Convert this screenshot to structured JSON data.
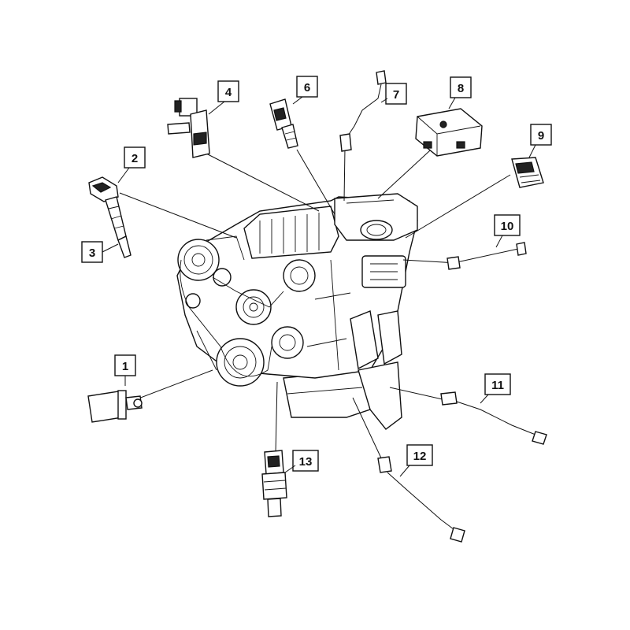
{
  "callouts": [
    {
      "id": "1",
      "label": "1"
    },
    {
      "id": "2",
      "label": "2"
    },
    {
      "id": "3",
      "label": "3"
    },
    {
      "id": "4",
      "label": "4"
    },
    {
      "id": "6",
      "label": "6"
    },
    {
      "id": "7",
      "label": "7"
    },
    {
      "id": "8",
      "label": "8"
    },
    {
      "id": "9",
      "label": "9"
    },
    {
      "id": "10",
      "label": "10"
    },
    {
      "id": "11",
      "label": "11"
    },
    {
      "id": "12",
      "label": "12"
    },
    {
      "id": "13",
      "label": "13"
    }
  ],
  "colors": {
    "ink": "#111111",
    "paper": "#ffffff"
  }
}
